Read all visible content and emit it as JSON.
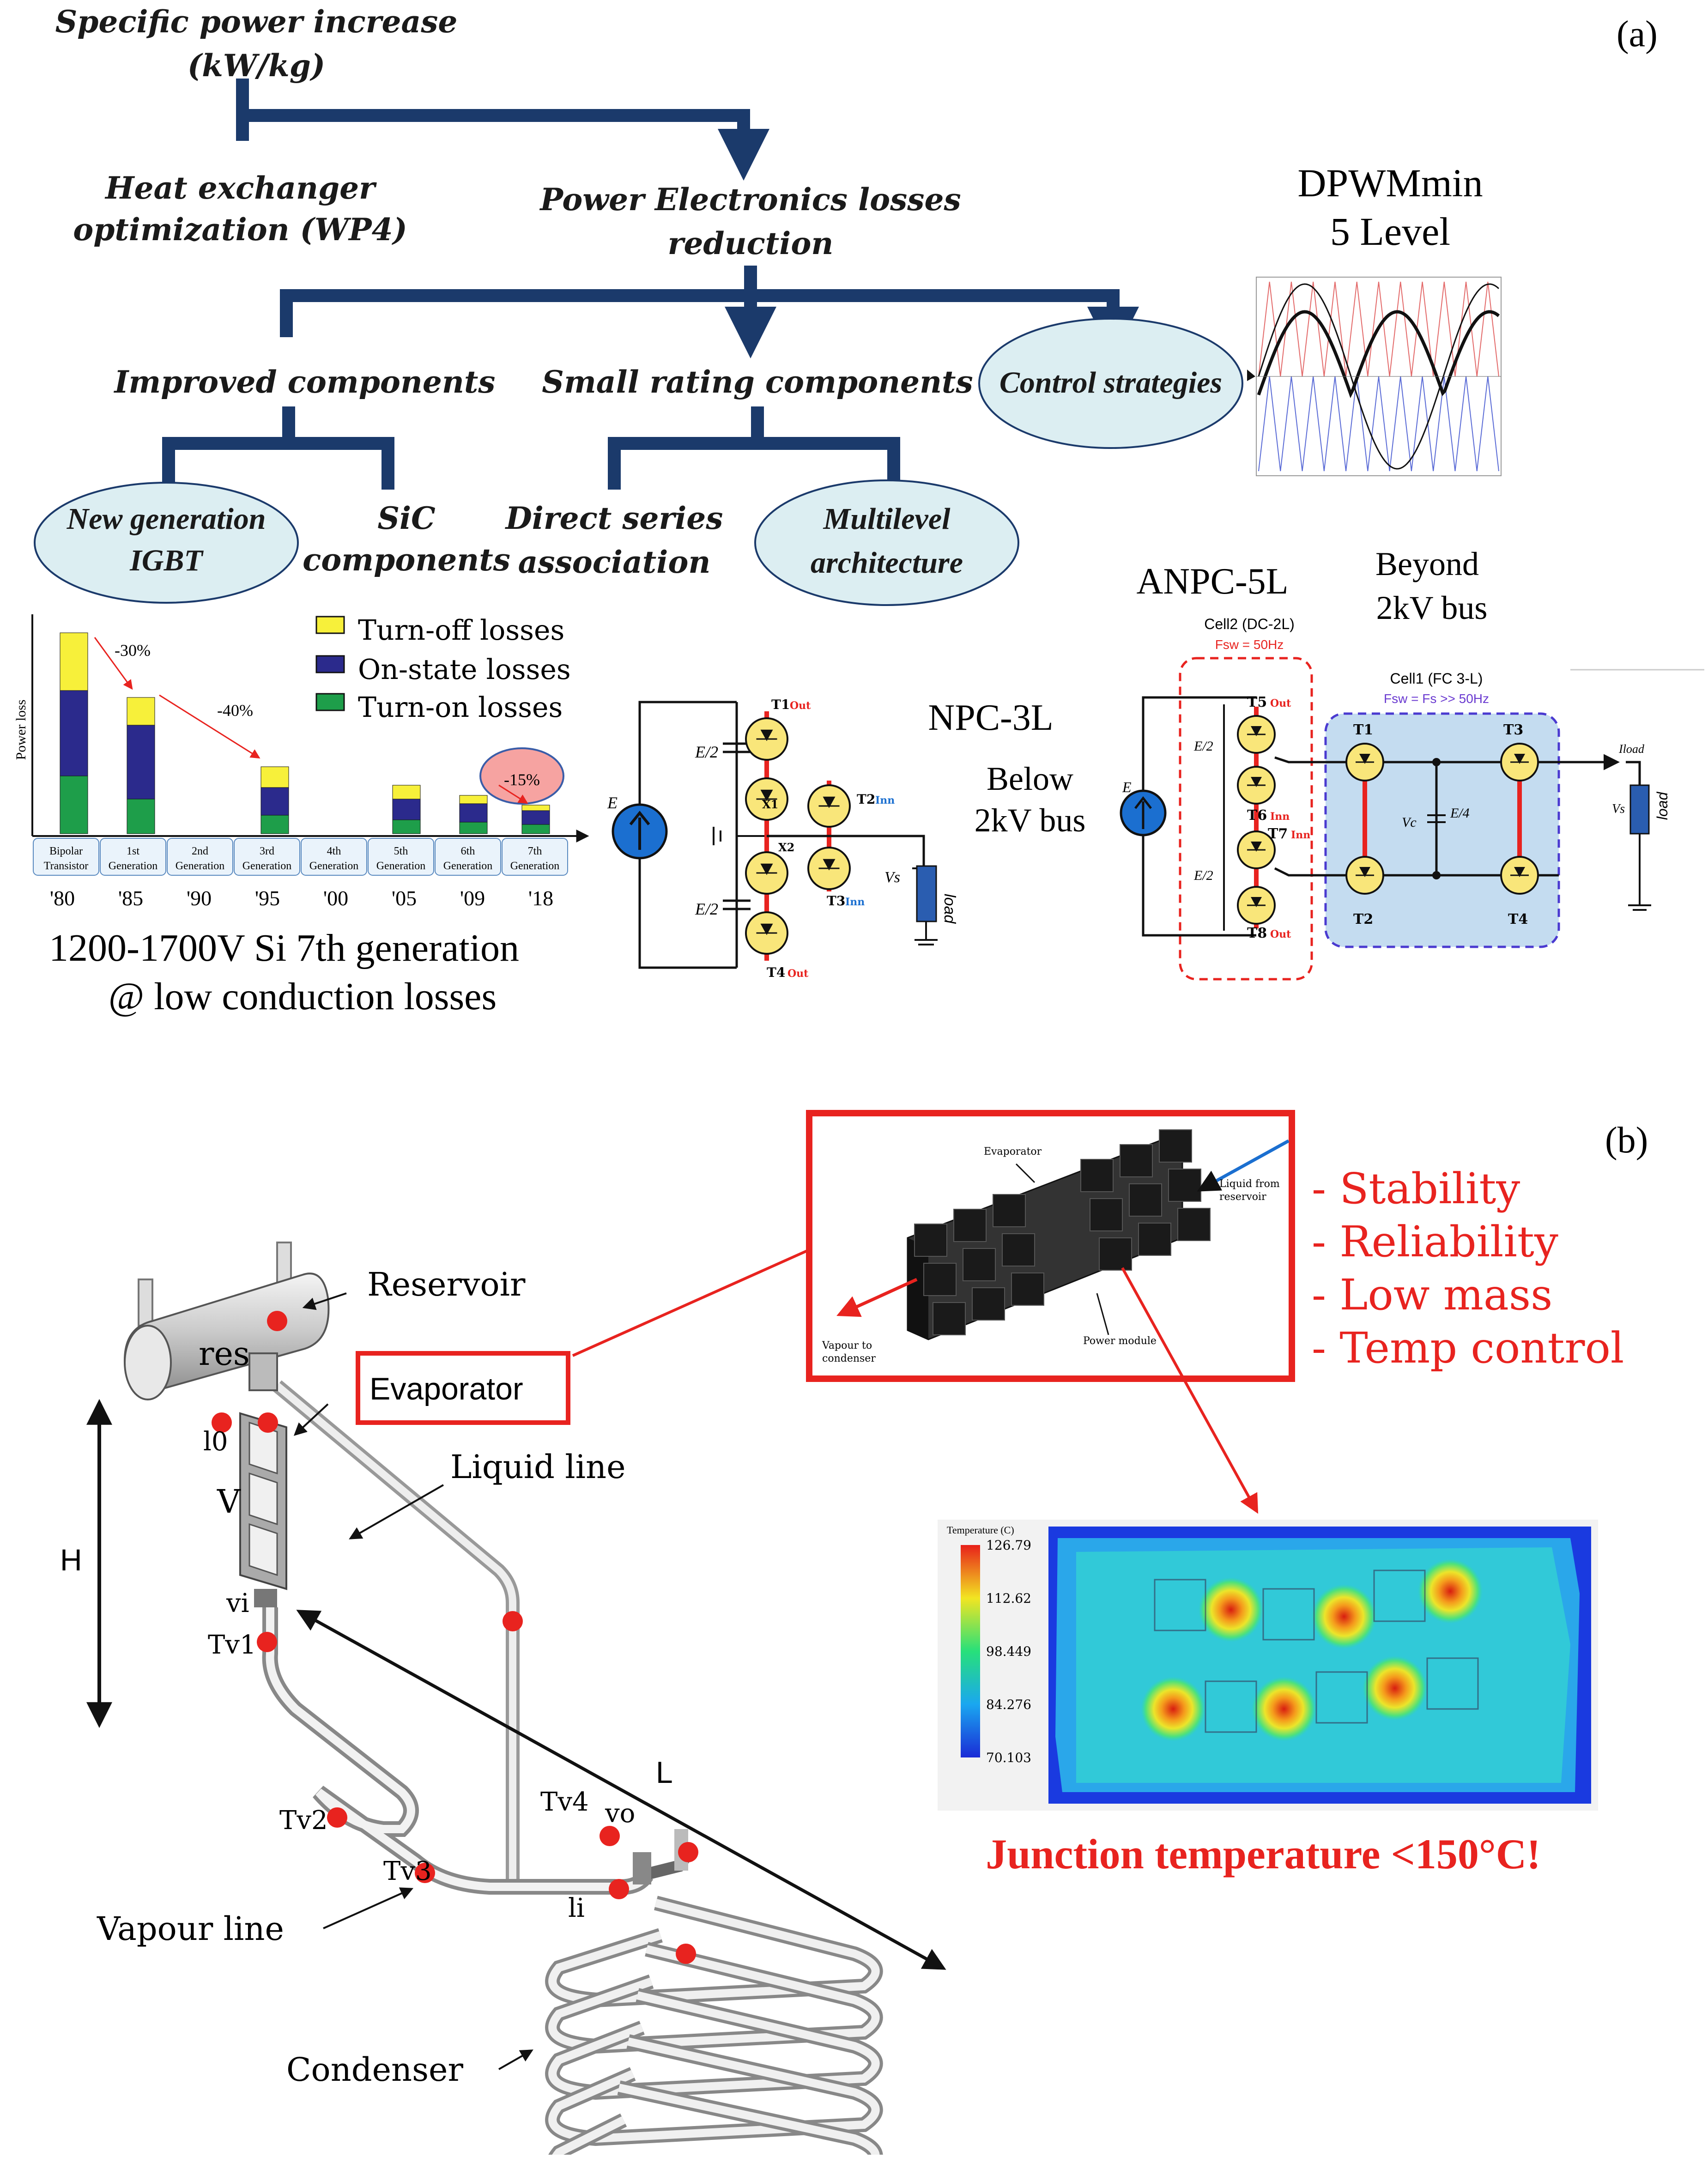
{
  "panel_a": {
    "label": "(a)",
    "tree": {
      "root": [
        "Specific power increase",
        "(kW/kg)"
      ],
      "heat_exchanger": [
        "Heat exchanger",
        "optimization (WP4)"
      ],
      "pe_losses": [
        "Power Electronics losses",
        "reduction"
      ],
      "improved": "Improved components",
      "small_rating": "Small rating components",
      "control": "Control strategies",
      "new_igbt": [
        "New generation",
        "IGBT"
      ],
      "sic": [
        "SiC",
        "components"
      ],
      "direct_series": [
        "Direct series",
        "association"
      ],
      "multilevel": [
        "Multilevel",
        "architecture"
      ]
    },
    "dpwm": [
      "DPWMmin",
      "5 Level"
    ],
    "loss_chart": {
      "legend": [
        "Turn-off losses",
        "On-state losses",
        "Turn-on losses"
      ],
      "ylabel": "Power loss",
      "annotations": [
        "-30%",
        "-40%",
        "-15%"
      ],
      "generations": [
        "Bipolar Transistor",
        "1st Generation",
        "2nd Generation",
        "3rd Generation",
        "4th Generation",
        "5th Generation",
        "6th Generation",
        "7th Generation"
      ],
      "years": [
        "'80",
        "'85",
        "'90",
        "'95",
        "'00",
        "'05",
        "'09",
        "'18"
      ],
      "caption": [
        "1200-1700V Si 7th generation",
        "@ low conduction losses"
      ]
    },
    "npc": {
      "title": "NPC-3L",
      "bus": [
        "Below",
        "2kV bus"
      ],
      "source": "E",
      "half": "E/2",
      "t1": "T1",
      "t1_tag": "Out",
      "t2": "T2",
      "t2_tag": "Inn",
      "t3": "T3",
      "t3_tag": "Inn",
      "t4": "T4",
      "t4_tag": "Out",
      "x1": "X1",
      "x2": "X2",
      "vs": "Vs",
      "load": "load"
    },
    "anpc": {
      "title": "ANPC-5L",
      "bus": [
        "Beyond",
        "2kV bus"
      ],
      "cell2": [
        "Cell2 (DC-2L)",
        "Fsw = 50Hz"
      ],
      "cell1": [
        "Cell1 (FC 3-L)",
        "Fsw = Fs >> 50Hz"
      ],
      "source": "E",
      "half": "E/2",
      "quarter": "E/4",
      "vc": "Vc",
      "t5": "T5",
      "t5_tag": "Out",
      "t6": "T6",
      "t6_tag": "Inn",
      "t7": "T7",
      "t7_tag": "Inn",
      "t8": "T8",
      "t8_tag": "Out",
      "t1": "T1",
      "t2": "T2",
      "t3": "T3",
      "t4": "T4",
      "iload": "Iload",
      "vs": "Vs",
      "load": "load"
    }
  },
  "panel_b": {
    "label": "(b)",
    "loop_labels": {
      "reservoir": "Reservoir",
      "res": "res",
      "evaporator": "Evaporator",
      "liquid_line": "Liquid line",
      "vapour_line": "Vapour line",
      "condenser": "Condenser",
      "l0": "l0",
      "v": "V",
      "vi": "vi",
      "tv1": "Tv1",
      "tv2": "Tv2",
      "tv3": "Tv3",
      "tv4": "Tv4",
      "vo": "vo",
      "li": "li",
      "h": "H",
      "l": "L"
    },
    "evap_box": {
      "evaporator": "Evaporator",
      "liquid_from": [
        "Liquid from",
        "reservoir"
      ],
      "vapour_to": [
        "Vapour to",
        "condenser"
      ],
      "power_module": "Power module"
    },
    "benefits": [
      "- Stability",
      "- Reliability",
      "- Low mass",
      "- Temp control"
    ],
    "thermal": {
      "title": "Temperature (C)",
      "ticks": [
        "126.79",
        "112.62",
        "98.449",
        "84.276",
        "70.103"
      ]
    },
    "junction": "Junction temperature <150°C!"
  },
  "colors": {
    "tree_blue": "#1b3a6b",
    "bubble": "#dceef2",
    "turn_off": "#f7f03a",
    "on_state": "#2b2a8c",
    "turn_on": "#1e9e4a",
    "accent_red": "#e8231f",
    "igbt_yellow": "#f9e67a"
  }
}
